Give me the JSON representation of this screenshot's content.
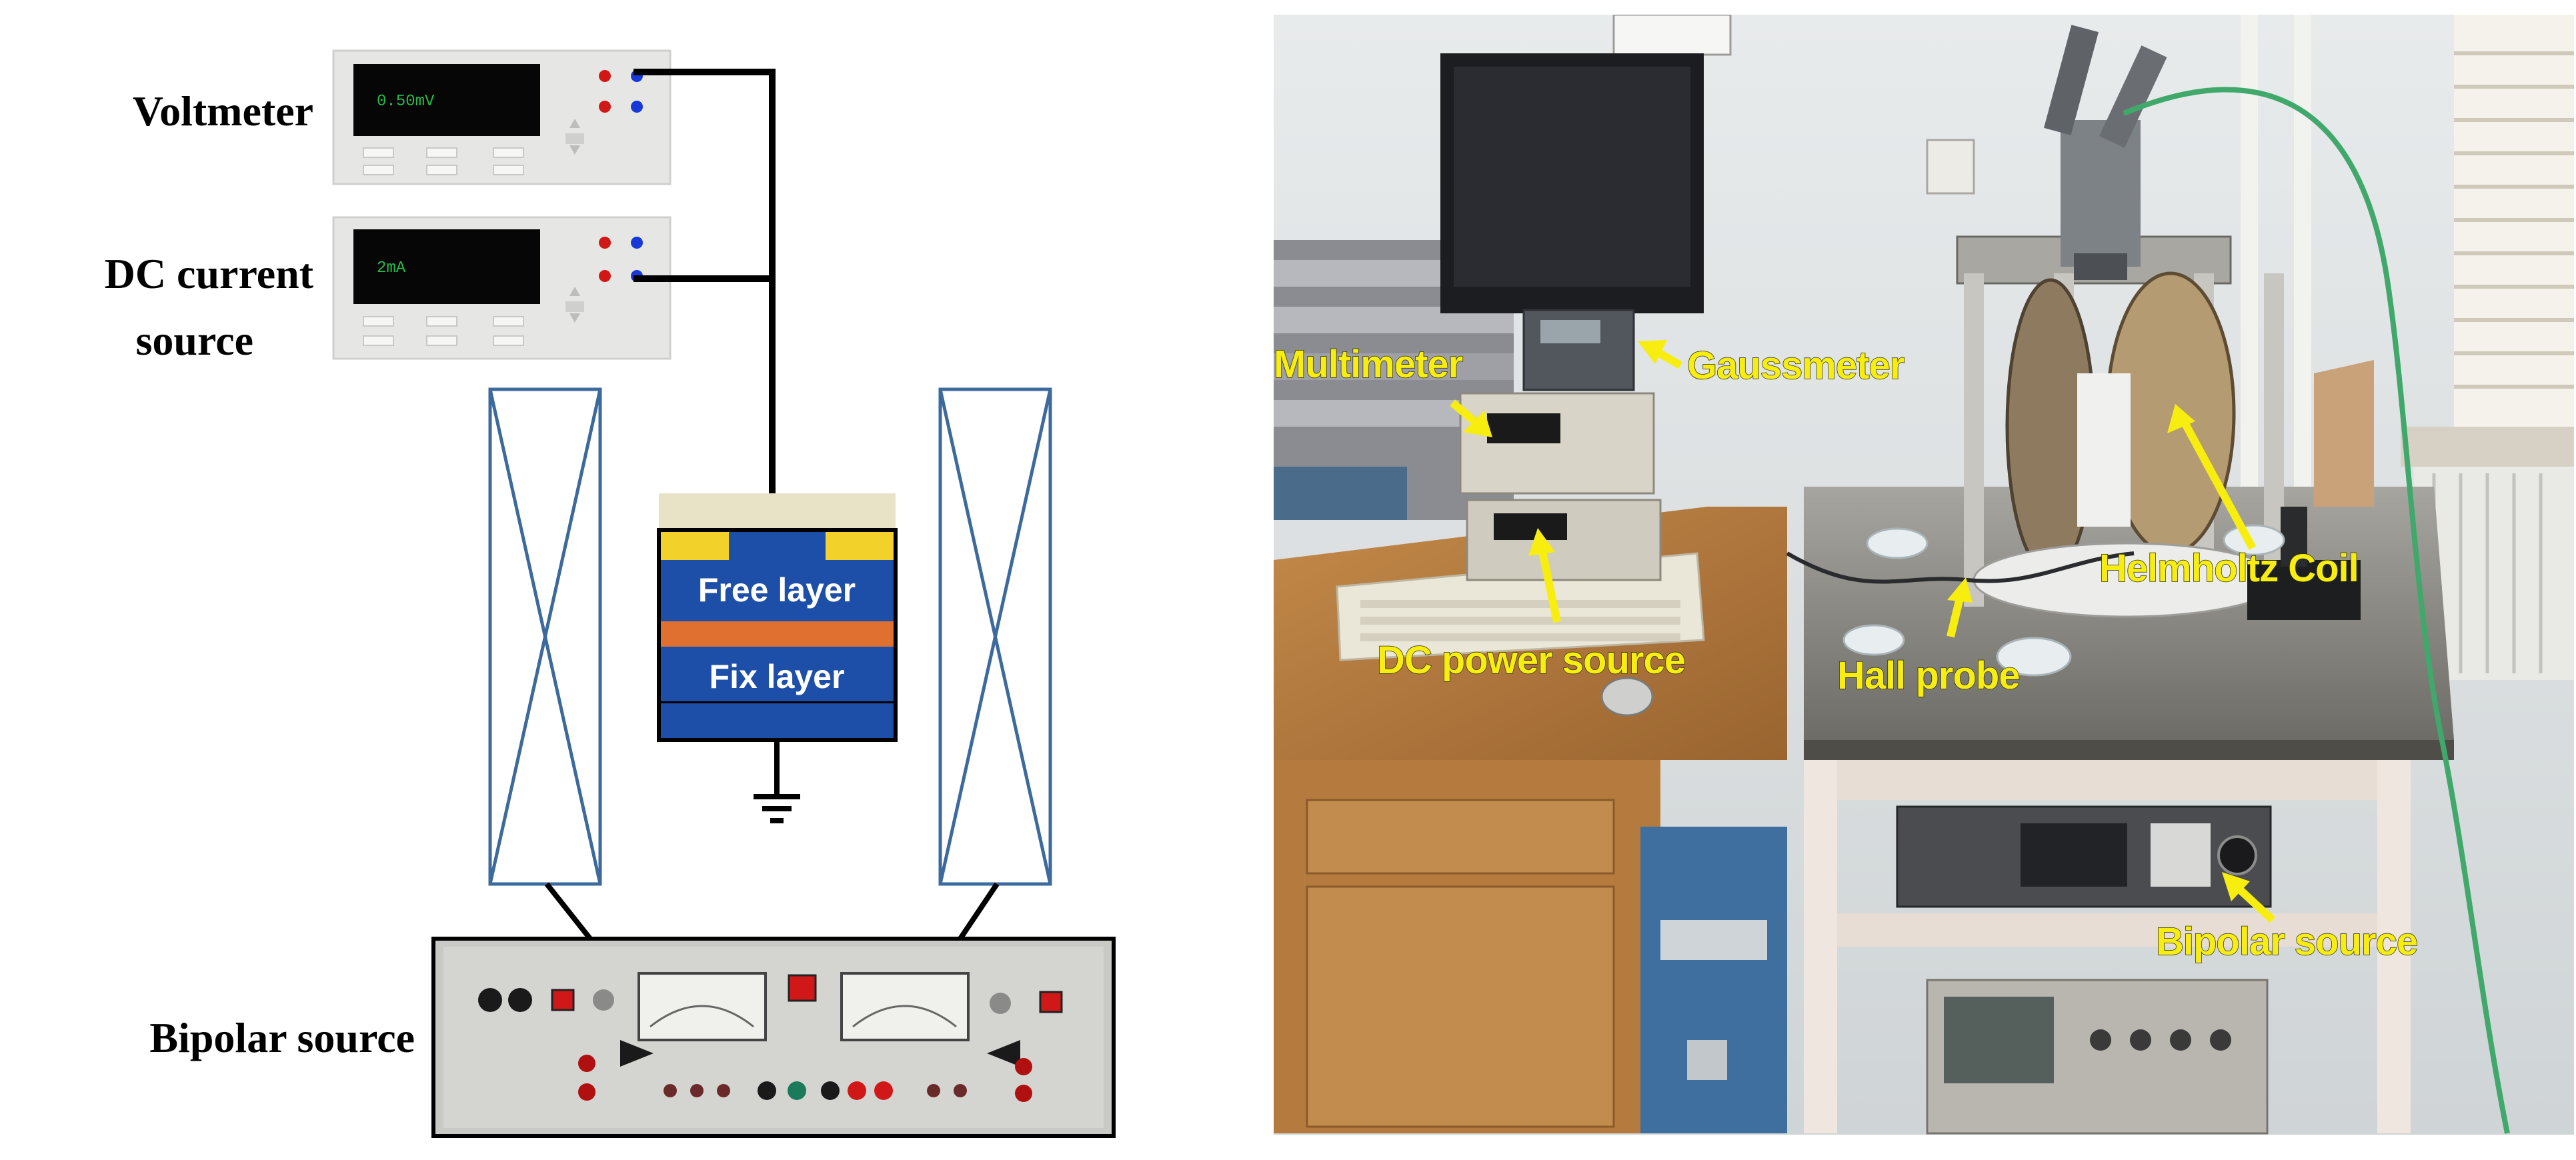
{
  "schematic": {
    "labels": {
      "voltmeter": "Voltmeter",
      "dc_current_line1": "DC current",
      "dc_current_line2": "source",
      "bipolar_source": "Bipolar source"
    },
    "instruments": {
      "voltmeter_display": "0.50mV",
      "current_display": "2mA"
    },
    "stack": {
      "free_layer": "Free layer",
      "fix_layer": "Fix layer"
    }
  },
  "photo": {
    "labels": {
      "multimeter": "Multimeter",
      "gaussmeter": "Gaussmeter",
      "helmholtz_coil": "Helmholtz Coil",
      "dc_power_source": "DC power source",
      "hall_probe": "Hall probe",
      "bipolar_source": "Bipolar source"
    }
  },
  "colors": {
    "coil_outline": "#3d6a9c",
    "free_layer": "#1d4fa8",
    "spacer": "#e07030",
    "contact_pad": "#f2d22a",
    "substrate": "#e8e3c7",
    "photo_label": "#f7ee10",
    "led_red": "#d01818",
    "led_blue": "#1838d8"
  }
}
